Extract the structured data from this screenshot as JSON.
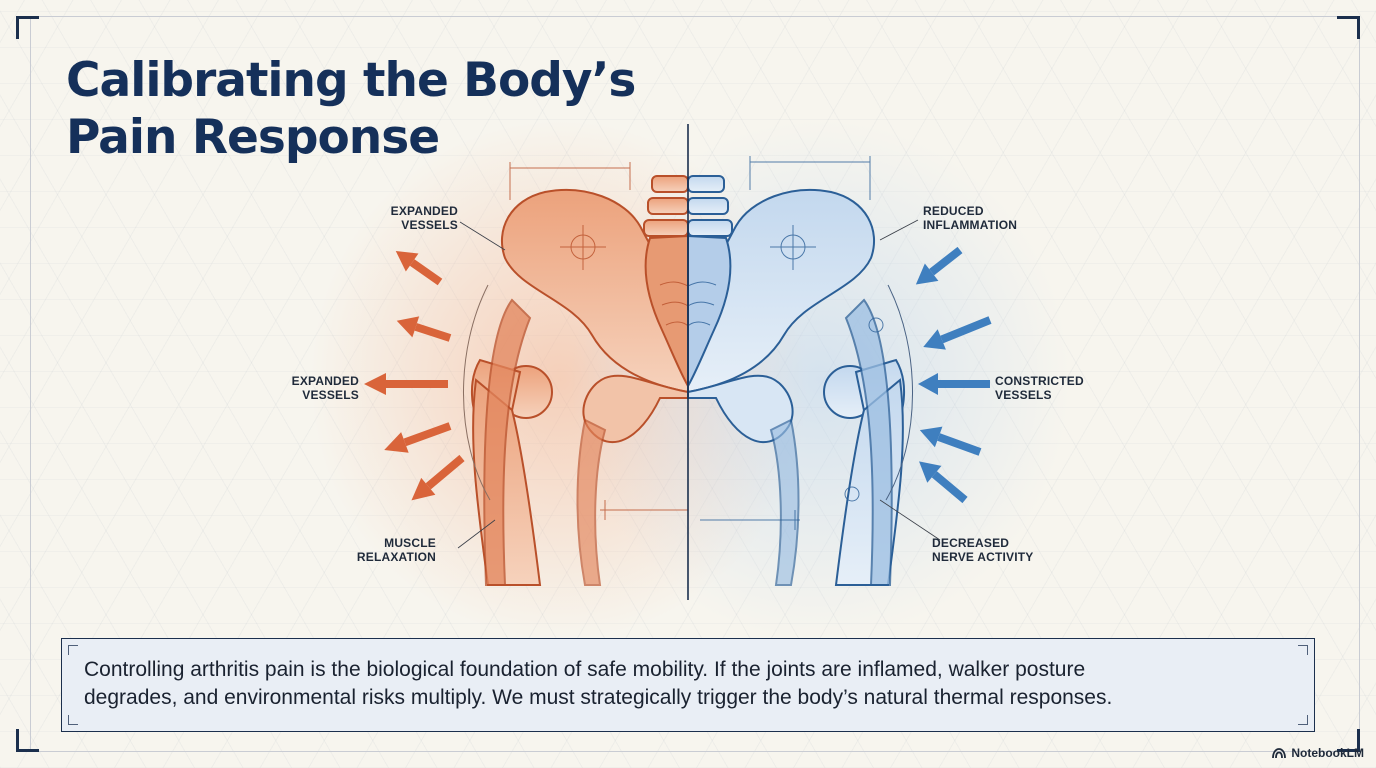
{
  "title": {
    "line1": "Calibrating the Body’s",
    "line2": "Pain Response"
  },
  "labels": {
    "left_top": [
      "EXPANDED",
      "VESSELS"
    ],
    "left_mid": [
      "EXPANDED",
      "VESSELS"
    ],
    "left_bottom": [
      "MUSCLE",
      "RELAXATION"
    ],
    "right_top": [
      "REDUCED",
      "INFLAMMATION"
    ],
    "right_mid": [
      "CONSTRICTED",
      "VESSELS"
    ],
    "right_bottom": [
      "DECREASED",
      "NERVE ACTIVITY"
    ]
  },
  "caption": {
    "line1": "Controlling arthritis pain is the biological foundation of safe mobility. If the joints are inflamed, walker posture",
    "line2": "degrades, and environmental risks multiply. We must strategically trigger the body’s natural thermal responses."
  },
  "brand": {
    "name": "NotebookLM",
    "icon": "notebooklm-logo-icon"
  },
  "colors": {
    "title": "#15305a",
    "warm": "#d9643a",
    "cool": "#3f7fbf",
    "frame": "#1b2f4d"
  }
}
